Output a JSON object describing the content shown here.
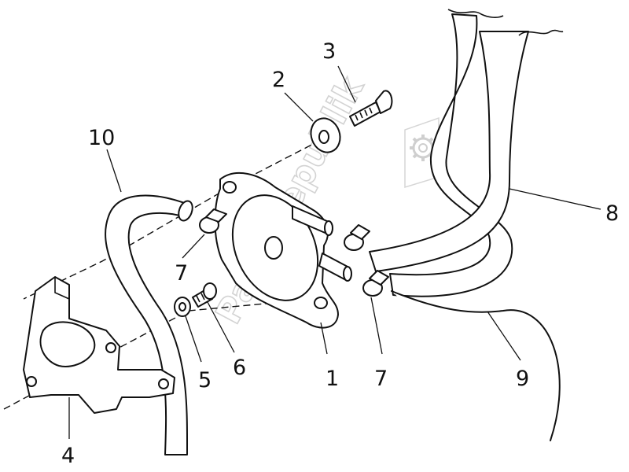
{
  "diagram": {
    "watermark": "PartsRepublik",
    "callouts": [
      {
        "id": "callout-1",
        "label": "1"
      },
      {
        "id": "callout-2",
        "label": "2"
      },
      {
        "id": "callout-3",
        "label": "3"
      },
      {
        "id": "callout-4",
        "label": "4"
      },
      {
        "id": "callout-5",
        "label": "5"
      },
      {
        "id": "callout-6",
        "label": "6"
      },
      {
        "id": "callout-7a",
        "label": "7"
      },
      {
        "id": "callout-7b",
        "label": "7"
      },
      {
        "id": "callout-8",
        "label": "8"
      },
      {
        "id": "callout-9",
        "label": "9"
      },
      {
        "id": "callout-10",
        "label": "10"
      }
    ],
    "colors": {
      "ink": "#111111",
      "watermark": "#d3d3d3",
      "background": "#ffffff"
    }
  }
}
